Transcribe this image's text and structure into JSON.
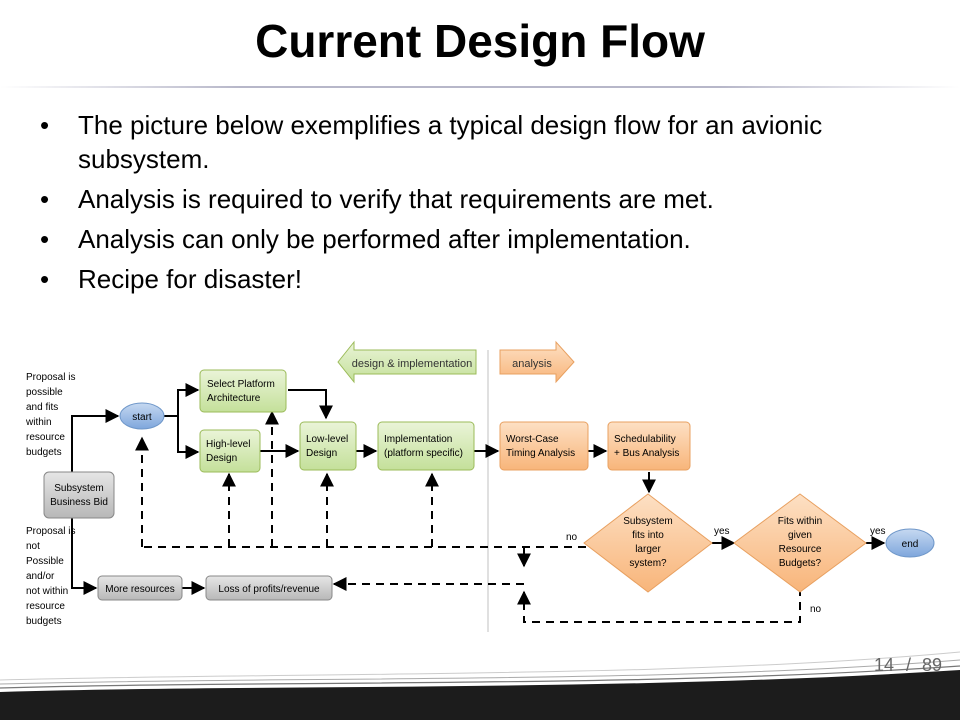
{
  "slide": {
    "title": "Current Design Flow",
    "bullets": [
      "The picture below exemplifies a typical design flow for an avionic subsystem.",
      "Analysis is required to verify that requirements are met.",
      "Analysis can only be performed after implementation.",
      "Recipe for disaster!"
    ],
    "page_current": "14",
    "page_separator": "/",
    "page_total": "89"
  },
  "diagram": {
    "phase_design": "design & implementation",
    "phase_analysis": "analysis",
    "label_fits_1": "Proposal is",
    "label_fits_2": "possible",
    "label_fits_3": "and fits",
    "label_fits_4": "within",
    "label_fits_5": "resource",
    "label_fits_6": "budgets",
    "label_notfit_1": "Proposal is",
    "label_notfit_2": "not",
    "label_notfit_3": "Possible",
    "label_notfit_4": "and/or",
    "label_notfit_5": "not within",
    "label_notfit_6": "resource",
    "label_notfit_7": "budgets",
    "bid_1": "Subsystem",
    "bid_2": "Business Bid",
    "start": "start",
    "end": "end",
    "platform_1": "Select Platform",
    "platform_2": "Architecture",
    "highlevel_1": "High-level",
    "highlevel_2": "Design",
    "lowlevel_1": "Low-level",
    "lowlevel_2": "Design",
    "impl_1": "Implementation",
    "impl_2": "(platform specific)",
    "wcet_1": "Worst-Case",
    "wcet_2": "Timing Analysis",
    "sched_1": "Schedulability",
    "sched_2": "+ Bus Analysis",
    "fits_1": "Subsystem",
    "fits_2": "fits into",
    "fits_3": "larger",
    "fits_4": "system?",
    "budget_1": "Fits within",
    "budget_2": "given",
    "budget_3": "Resource",
    "budget_4": "Budgets?",
    "more_resources": "More resources",
    "loss_profits": "Loss of profits/revenue",
    "yes_1": "yes",
    "yes_2": "yes",
    "no_1": "no",
    "no_2": "no",
    "colors": {
      "green_fill": "#d3e8b0",
      "green_stroke": "#9bbb59",
      "orange_fill": "#fbc89a",
      "orange_stroke": "#e8a060",
      "blue_node": "#8db3e2",
      "gray_box": "#c8c8c8"
    }
  }
}
